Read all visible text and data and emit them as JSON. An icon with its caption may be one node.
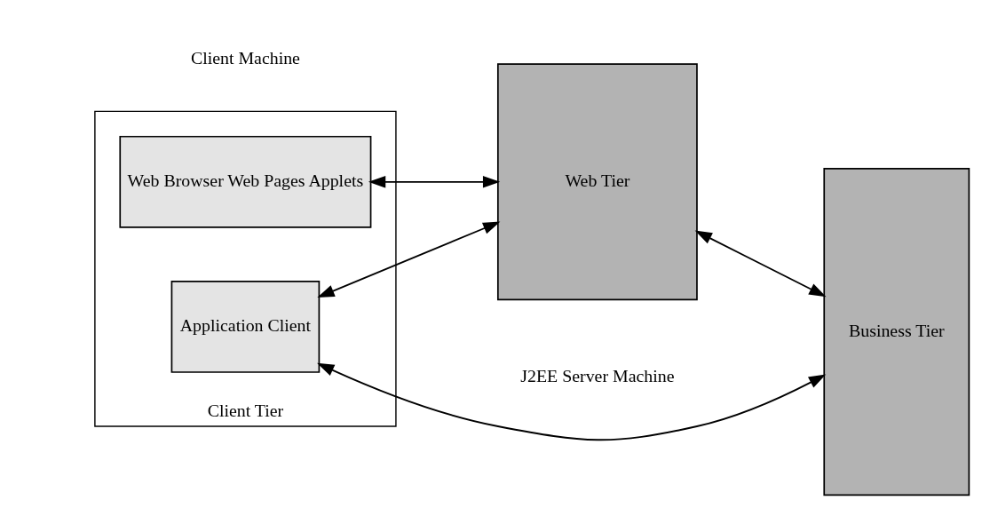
{
  "diagram": {
    "nodes": [
      {
        "text": [
          "Client Tier"
        ]
      },
      {
        "text": [
          "Web Browser Web Pages Applets"
        ],
        "in": 0
      },
      {
        "text": [
          "Application Client"
        ],
        "in": 0
      },
      {
        "text": [
          "Web Tier"
        ]
      },
      {
        "text": [
          "Business Tier"
        ]
      }
    ],
    "edges": [
      {
        "from": 1,
        "to": 3,
        "arrow": "both"
      },
      {
        "from": 3,
        "to": 4,
        "arrow": "both"
      },
      {
        "from": 2,
        "to": 3,
        "arrow": "both"
      },
      {
        "from": 2,
        "to": 4,
        "arrow": "both"
      }
    ],
    "labels": [
      "Client Machine",
      "J2EE Server Machine"
    ]
  }
}
